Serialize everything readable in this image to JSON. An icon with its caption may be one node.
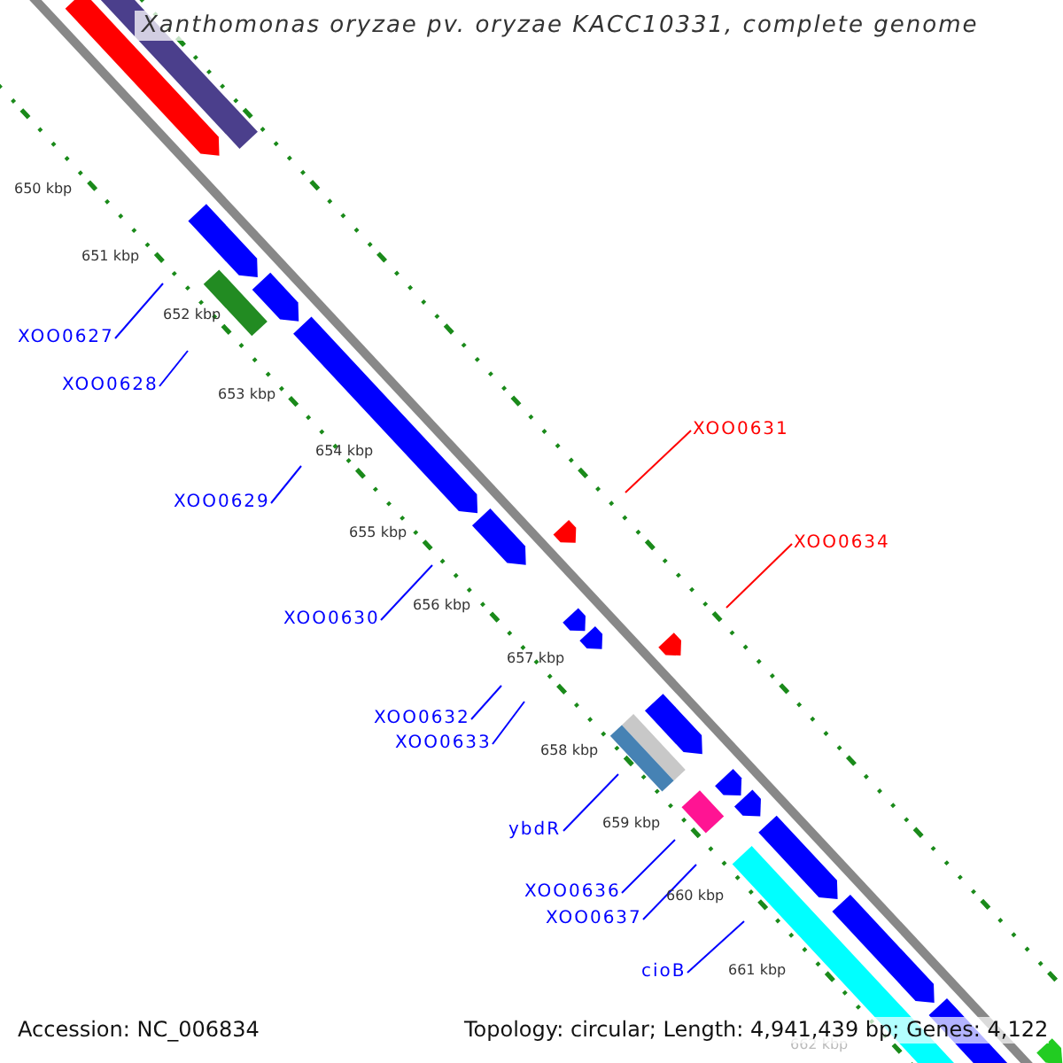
{
  "diagram": {
    "title": "Xanthomonas oryzae pv. oryzae KACC10331, complete genome",
    "nodes": [
      {
        "text": [
          "XOO0627"
        ]
      },
      {
        "text": [
          "XOO0628"
        ]
      },
      {
        "text": [
          "XOO0631"
        ]
      },
      {
        "text": [
          "XOO0629"
        ]
      },
      {
        "text": [
          "XOO0634"
        ]
      },
      {
        "text": [
          "XOO0630"
        ]
      },
      {
        "text": [
          "XOO0632"
        ]
      },
      {
        "text": [
          "XOO0633"
        ]
      },
      {
        "text": [
          "ybdR"
        ]
      },
      {
        "text": [
          "XOO0636"
        ]
      },
      {
        "text": [
          "XOO0637"
        ]
      },
      {
        "text": [
          "cioB"
        ]
      }
    ],
    "edges": [
      {
        "from": 0,
        "to": null,
        "arrow": "none"
      },
      {
        "from": 1,
        "to": null,
        "arrow": "none"
      },
      {
        "from": 2,
        "to": null,
        "arrow": "none",
        "color": "#ff0000"
      },
      {
        "from": 3,
        "to": null,
        "arrow": "none"
      },
      {
        "from": 4,
        "to": null,
        "arrow": "none",
        "color": "#ff0000"
      },
      {
        "from": 5,
        "to": null,
        "arrow": "none"
      },
      {
        "from": 6,
        "to": null,
        "arrow": "none"
      },
      {
        "from": 7,
        "to": null,
        "arrow": "none"
      },
      {
        "from": 8,
        "to": null,
        "arrow": "none"
      },
      {
        "from": 9,
        "to": null,
        "arrow": "none"
      },
      {
        "from": 10,
        "to": null,
        "arrow": "none"
      },
      {
        "from": 11,
        "to": null,
        "arrow": "none"
      }
    ],
    "labels": [
      "650 kbp",
      "651 kbp",
      "652 kbp",
      "653 kbp",
      "654 kbp",
      "655 kbp",
      "656 kbp",
      "657 kbp",
      "658 kbp",
      "659 kbp",
      "660 kbp",
      "661 kbp",
      "662 kbp",
      "Accession: NC_006834",
      "Topology: circular; Length: 4,941,439 bp; Genes: 4,122"
    ]
  }
}
